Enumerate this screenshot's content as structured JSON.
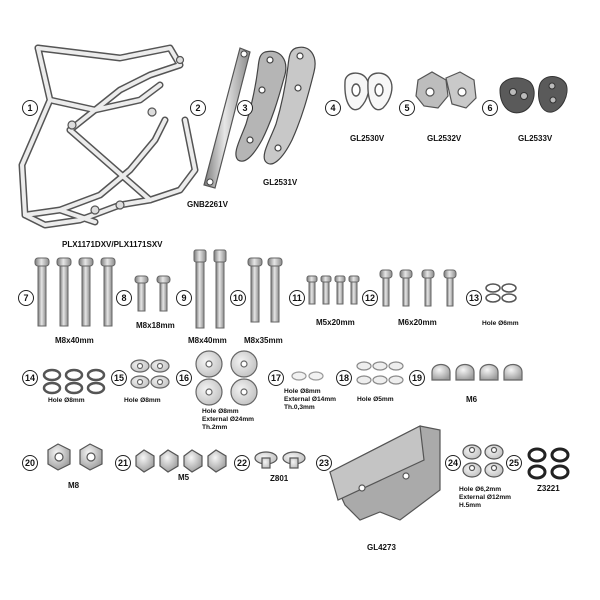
{
  "parts": [
    {
      "number": "1",
      "code": "PLX1171DXV/PLX1171SXV"
    },
    {
      "number": "2",
      "code": "GNB2261V"
    },
    {
      "number": "3",
      "code": "GL2531V"
    },
    {
      "number": "4",
      "code": "GL2530V"
    },
    {
      "number": "5",
      "code": "GL2532V"
    },
    {
      "number": "6",
      "code": "GL2533V"
    },
    {
      "number": "7",
      "code": "M8x40mm"
    },
    {
      "number": "8",
      "code": "M8x18mm"
    },
    {
      "number": "9",
      "code": "M8x40mm"
    },
    {
      "number": "10",
      "code": "M8x35mm"
    },
    {
      "number": "11",
      "code": "M5x20mm"
    },
    {
      "number": "12",
      "code": "M6x20mm"
    },
    {
      "number": "13",
      "code": "Hole Ø6mm"
    },
    {
      "number": "14",
      "code": "Hole Ø8mm"
    },
    {
      "number": "15",
      "code": "Hole Ø8mm"
    },
    {
      "number": "16",
      "lines": [
        "Hole Ø8mm",
        "External Ø24mm",
        "Th.2mm"
      ]
    },
    {
      "number": "17",
      "lines": [
        "Hole Ø8mm",
        "External Ø14mm",
        "Th.0,3mm"
      ]
    },
    {
      "number": "18",
      "code": "Hole Ø5mm"
    },
    {
      "number": "19",
      "code": "M6"
    },
    {
      "number": "20",
      "code": "M8"
    },
    {
      "number": "21",
      "code": "M5"
    },
    {
      "number": "22",
      "code": "Z801"
    },
    {
      "number": "23",
      "code": "GL4273"
    },
    {
      "number": "24",
      "lines": [
        "Hole Ø6,2mm",
        "External Ø12mm",
        "H.5mm"
      ]
    },
    {
      "number": "25",
      "code": "Z3221"
    }
  ]
}
